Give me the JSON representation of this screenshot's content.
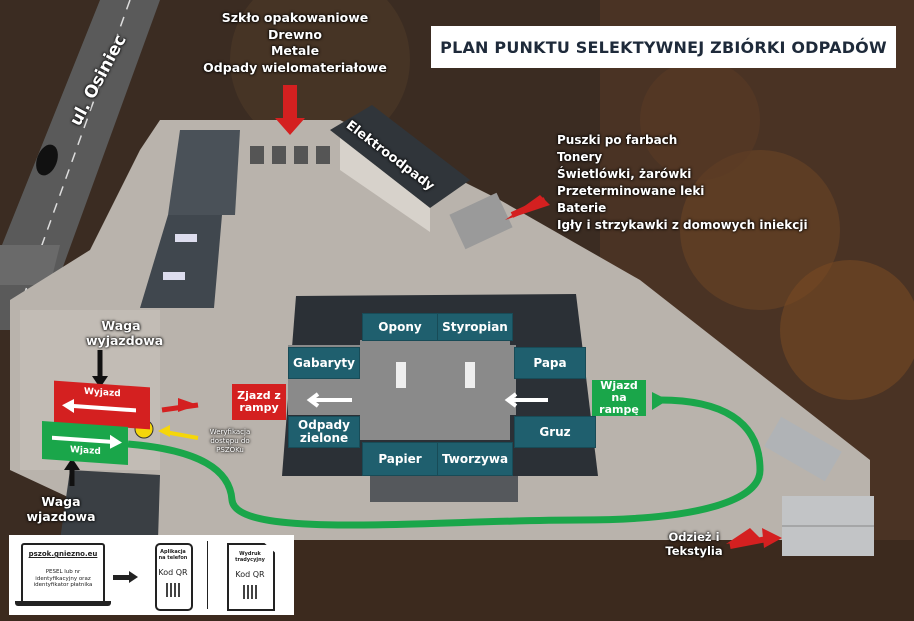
{
  "title": "PLAN PUNKTU SELEKTYWNEJ ZBIÓRKI ODPADÓW",
  "street": "ul. Osiniec",
  "top_group": [
    "Szkło opakowaniowe",
    "Drewno",
    "Metale",
    "Odpady wielomateriałowe"
  ],
  "elektro": "Elektroodpady",
  "hazard_group": [
    "Puszki po farbach",
    "Tonery",
    "Świetlówki, żarówki",
    "Przeterminowane leki",
    "Baterie",
    "Igły i strzykawki z domowych iniekcji"
  ],
  "tiles": {
    "opony": "Opony",
    "styropian": "Styropian",
    "gabaryty": "Gabaryty",
    "papa": "Papa",
    "odpady_zielone": "Odpady zielone",
    "gruz": "Gruz",
    "papier": "Papier",
    "tworzywa": "Tworzywa"
  },
  "zjazd": "Zjazd z rampy",
  "wjazd_rampa": "Wjazd na rampę",
  "waga_wyjazdowa": "Waga wyjazdowa",
  "waga_wjazdowa": "Waga wjazdowa",
  "wyjazd": "Wyjazd",
  "wjazd": "Wjazd",
  "weryfikacja": "Weryfikacja dostępu do PSZOKu",
  "odziez": "Odzież i Tekstylia",
  "legend": {
    "site": "pszok.gniezno.eu",
    "pesel": "PESEL lub nr identyfikacyjny oraz identyfikator płatnika",
    "app_title": "Aplikacja na telefon",
    "app_code": "Kod QR",
    "print_title": "Wydruk tradycyjny",
    "print_code": "Kod QR"
  },
  "colors": {
    "teal": "#1f5f6e",
    "red": "#d42020",
    "green": "#1aa64a",
    "yellow": "#f5d60a"
  }
}
